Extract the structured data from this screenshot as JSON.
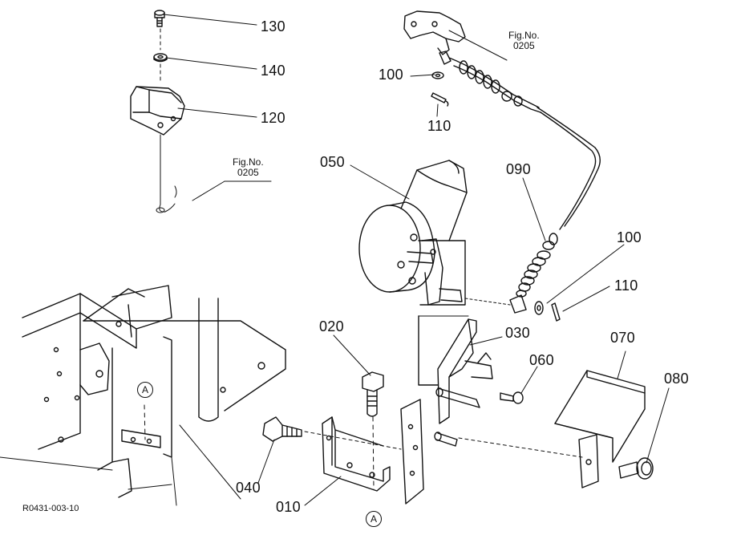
{
  "part_labels": {
    "p130": "130",
    "p140": "140",
    "p120": "120",
    "p100_top": "100",
    "p110_top": "110",
    "p050": "050",
    "p090": "090",
    "p100_right": "100",
    "p110_right": "110",
    "p020": "020",
    "p030": "030",
    "p060": "060",
    "p070": "070",
    "p080": "080",
    "p040": "040",
    "p010": "010"
  },
  "fig_refs": {
    "top": {
      "line1": "Fig.No.",
      "line2": "0205"
    },
    "left": {
      "line1": "Fig.No.",
      "line2": "0205"
    }
  },
  "section_markers": {
    "left": "A",
    "bottom": "A"
  },
  "drawing_ref": "R0431-003-10"
}
